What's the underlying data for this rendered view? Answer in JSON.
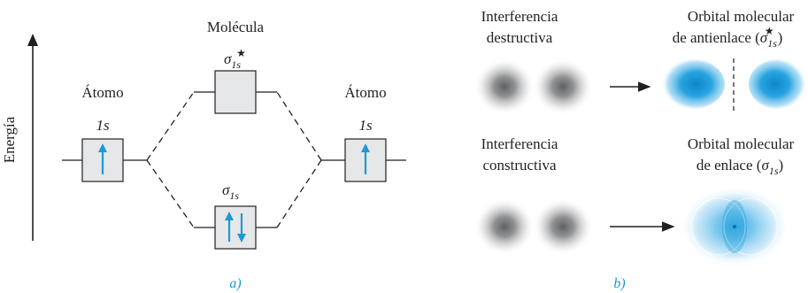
{
  "panel_a": {
    "energy_label": "Energía",
    "molecule_label": "Molécula",
    "atom_left_label": "Átomo",
    "atom_right_label": "Átomo",
    "orbital_1s_left": "1s",
    "orbital_1s_right": "1s",
    "sigma_symbol": "σ",
    "sigma_subscript": "1s",
    "star": "★",
    "electrons_left": 1,
    "electrons_right": 1,
    "electrons_bonding": 2,
    "electrons_antibonding": 0,
    "caption": "a)"
  },
  "panel_b": {
    "destructive_line1": "Interferencia",
    "destructive_line2": "destructiva",
    "constructive_line1": "Interferencia",
    "constructive_line2": "constructiva",
    "antibonding_line1": "Orbital molecular",
    "antibonding_line2_prefix": "de antienlace (",
    "antibonding_sigma": "σ",
    "antibonding_sub": "1s",
    "antibonding_star": "★",
    "antibonding_close": ")",
    "bonding_line1": "Orbital molecular",
    "bonding_line2_prefix": "de enlace (",
    "bonding_sigma": "σ",
    "bonding_sub": "1s",
    "bonding_close": ")",
    "caption": "b)"
  },
  "colors": {
    "text": "#231f20",
    "accent": "#1a9ad6",
    "box_fill": "#e6e7e8",
    "blob_gray": "#5f6062"
  }
}
